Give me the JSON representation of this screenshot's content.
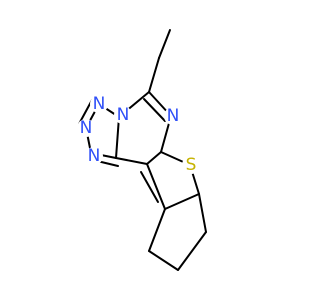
{
  "colors": {
    "bond": "#000000",
    "nitrogen": "#3050F8",
    "sulfur": "#C6B300",
    "background": "#FFFFFF"
  },
  "atoms": [
    {
      "id": "n1",
      "label": "N",
      "element": "nitrogen"
    },
    {
      "id": "n2",
      "label": "N",
      "element": "nitrogen"
    },
    {
      "id": "n3",
      "label": "N",
      "element": "nitrogen"
    },
    {
      "id": "n4",
      "label": "N",
      "element": "nitrogen"
    },
    {
      "id": "n5",
      "label": "N",
      "element": "nitrogen"
    },
    {
      "id": "s1",
      "label": "S",
      "element": "sulfur"
    }
  ]
}
